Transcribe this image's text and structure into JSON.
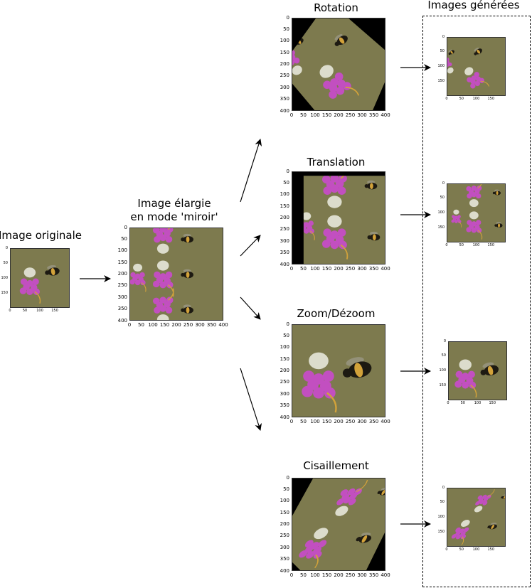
{
  "titles": {
    "original": "Image originale",
    "mirror_line1": "Image élargie",
    "mirror_line2": "en mode 'miroir'",
    "rotation": "Rotation",
    "translation": "Translation",
    "zoom": "Zoom/Dézoom",
    "shear": "Cisaillement",
    "generated": "Images générées"
  },
  "ticks": {
    "big": [
      "0",
      "50",
      "100",
      "150",
      "200",
      "250",
      "300",
      "350",
      "400"
    ],
    "small": [
      "0",
      "50",
      "100",
      "150"
    ]
  },
  "colors": {
    "background_olive": "#7d7a4e",
    "flower_magenta": "#c24fc0",
    "flower_white": "#dcdccc",
    "bee_black": "#1d1a12",
    "bee_yellow": "#d2a23a",
    "padding_black": "#000000"
  }
}
